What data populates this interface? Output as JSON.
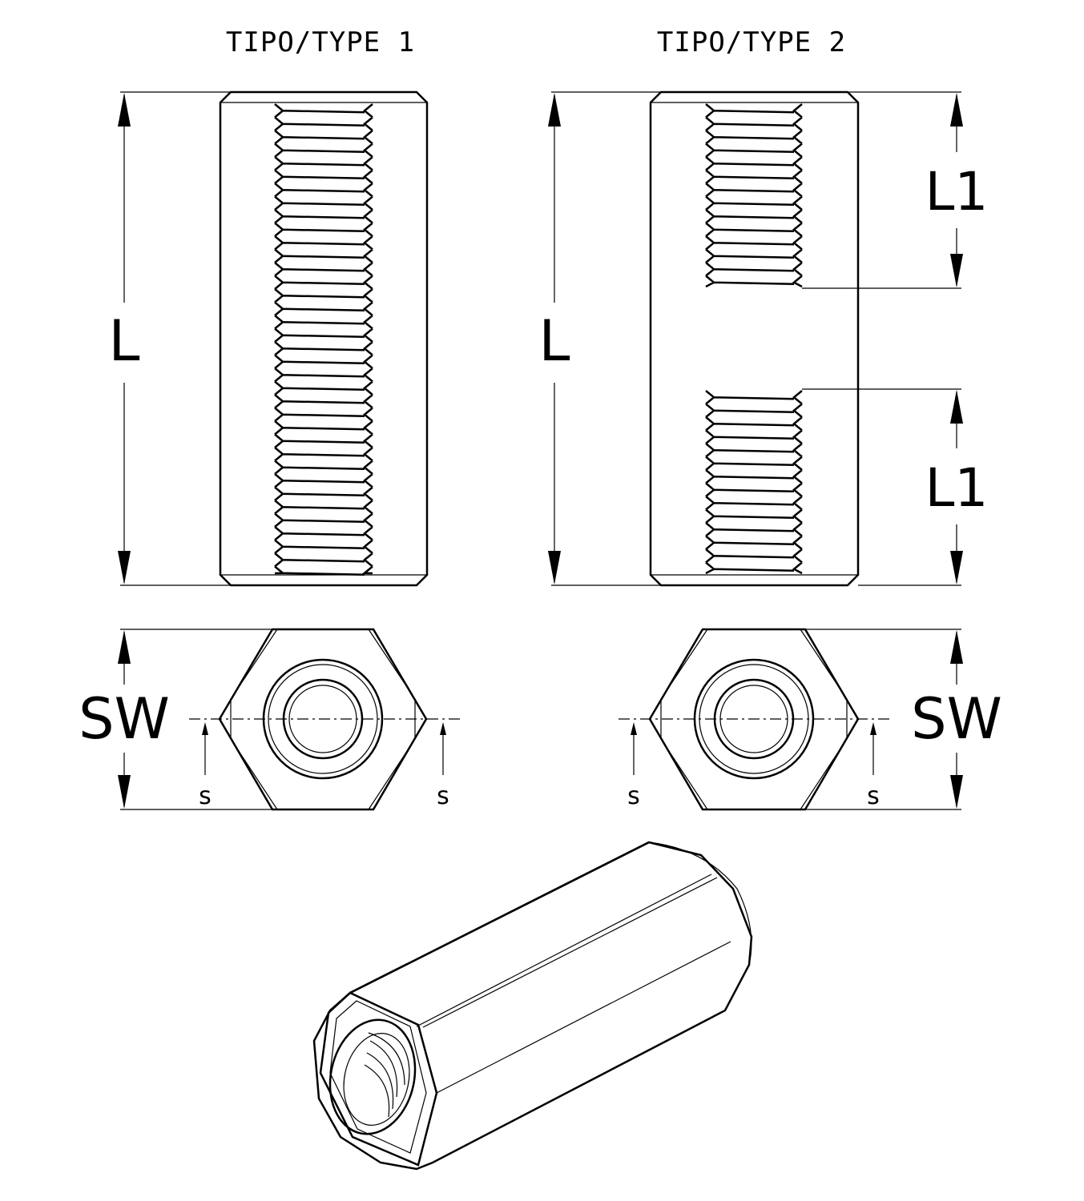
{
  "titles": {
    "type1": "TIPO/TYPE 1",
    "type2": "TIPO/TYPE 2"
  },
  "dimensions": {
    "length": "L",
    "thread_length": "L1",
    "width_across_flats": "SW",
    "chamfer": "s"
  }
}
